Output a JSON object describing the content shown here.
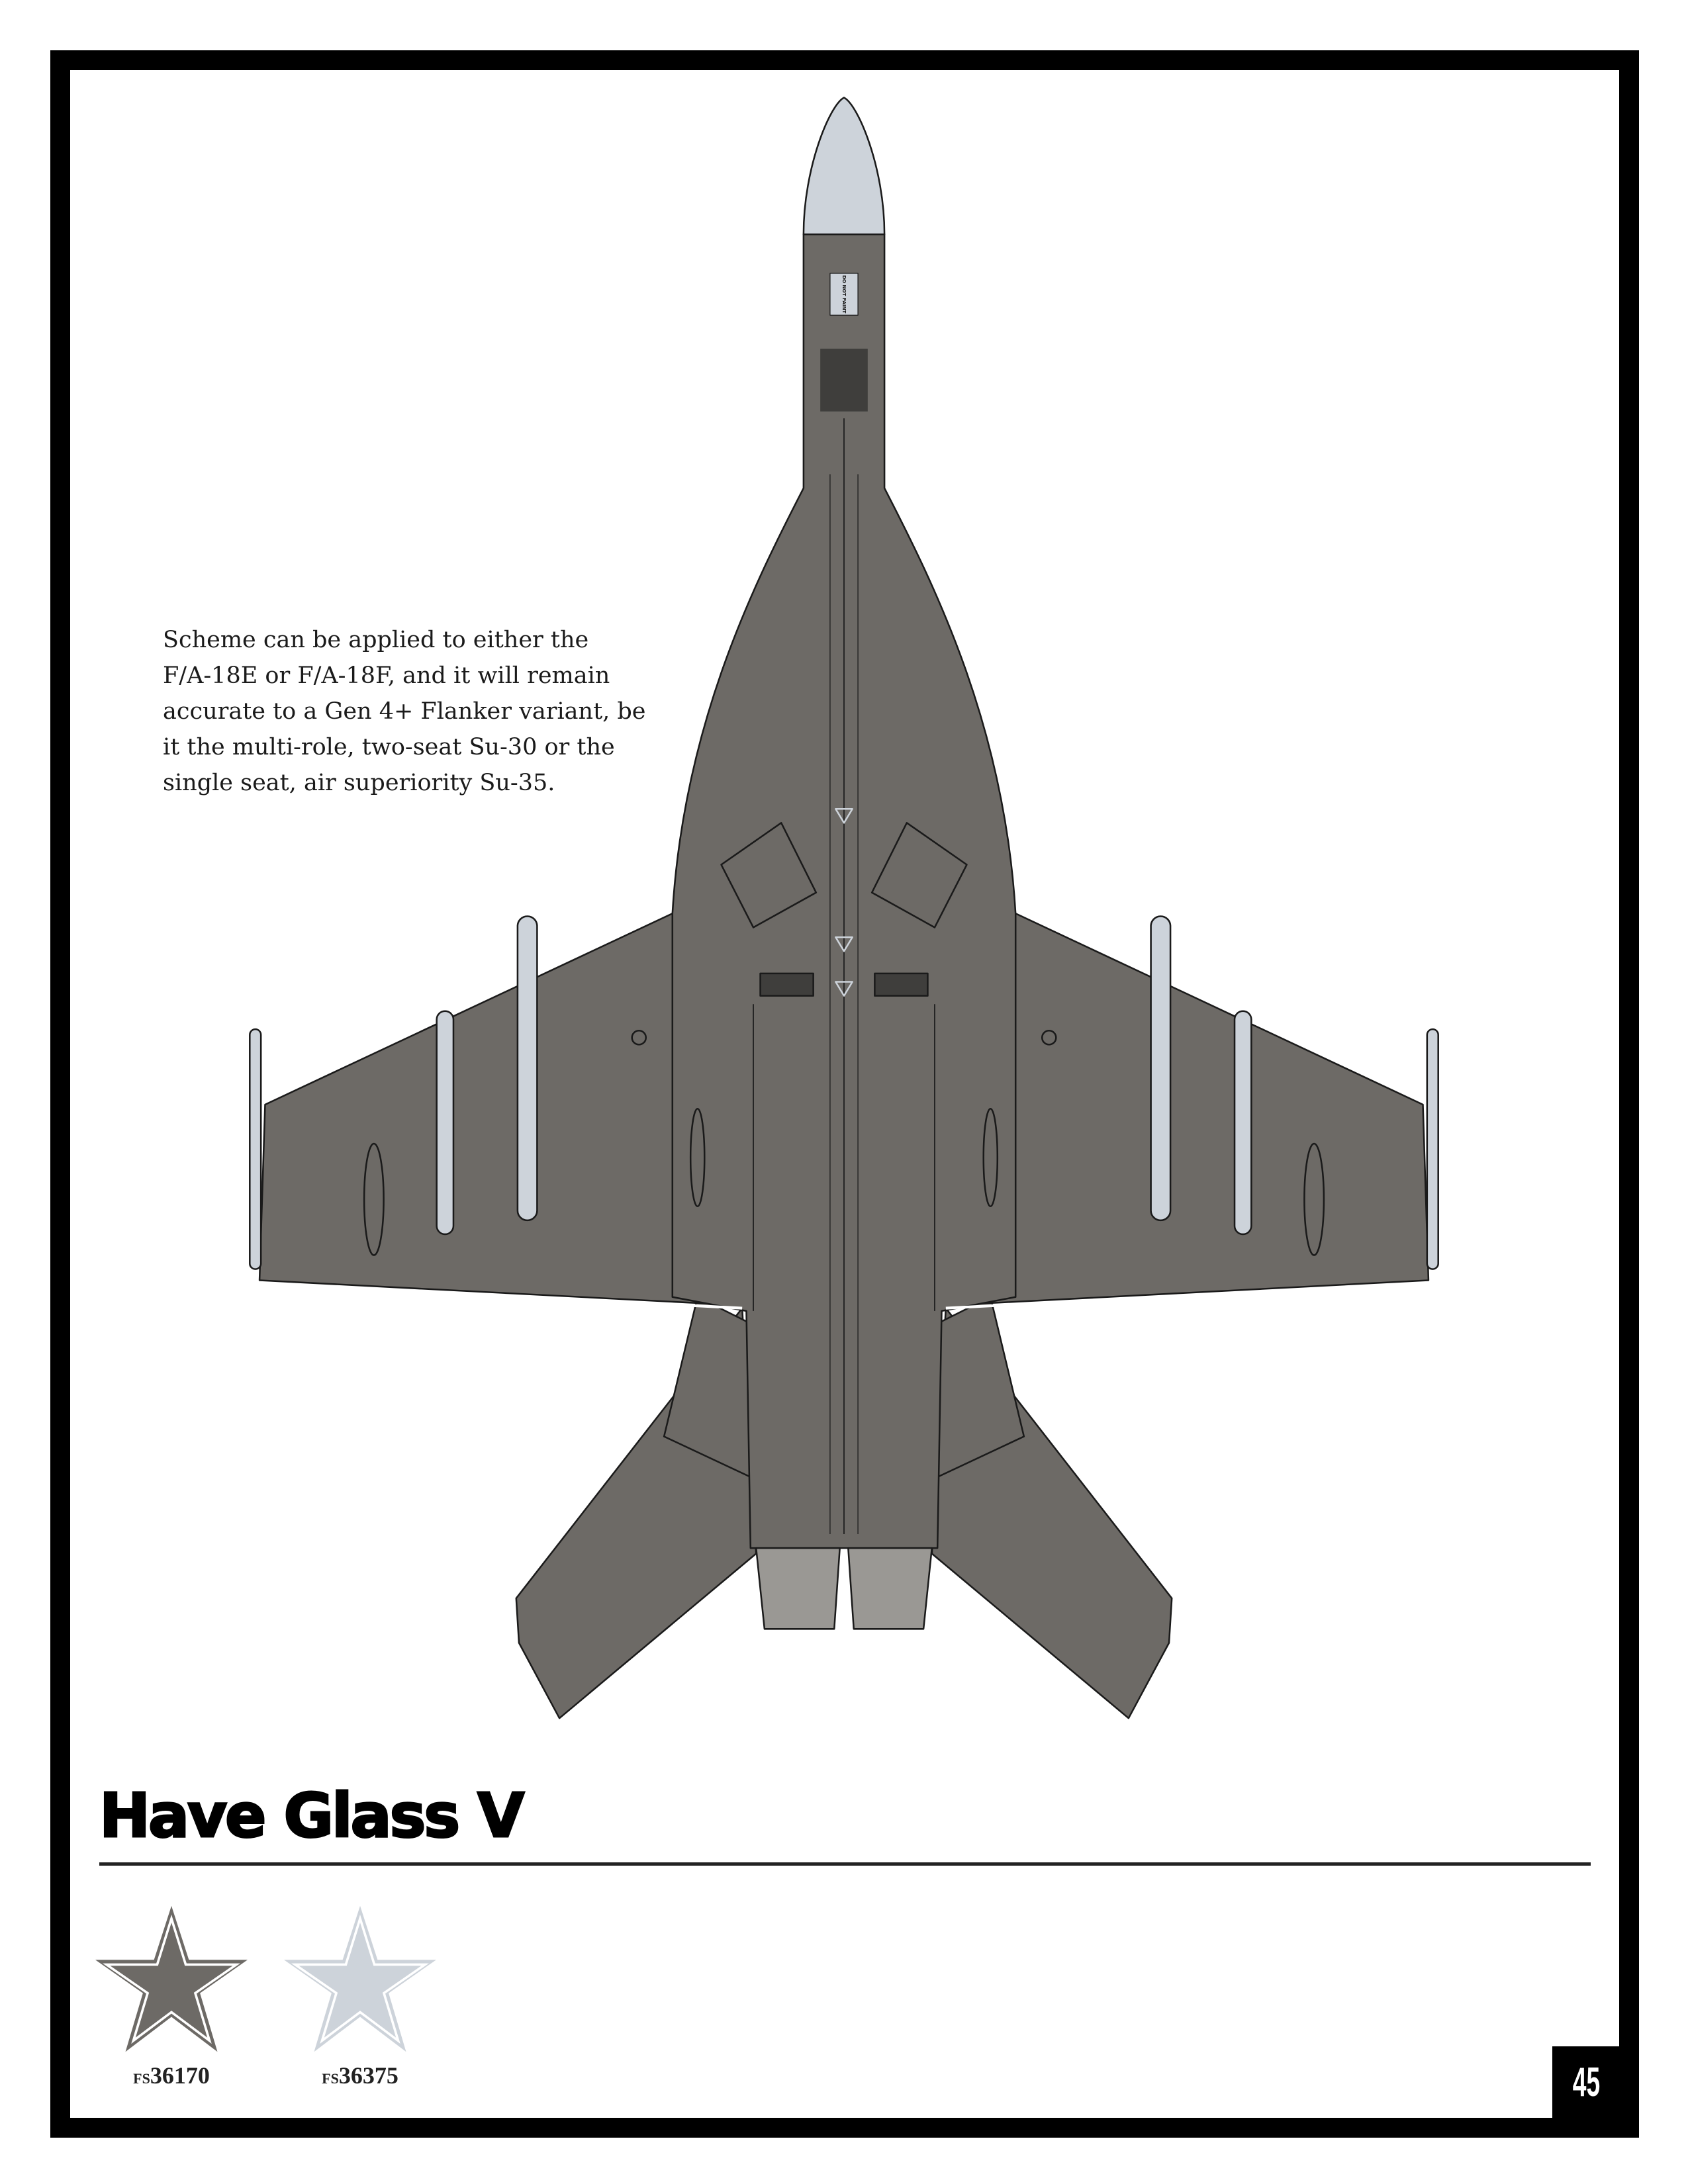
{
  "description": {
    "lines": [
      "Scheme can be applied to either the",
      "F/A-18E or F/A-18F, and it will remain",
      "accurate to a Gen 4+ Flanker variant, be",
      "it the multi-role, two-seat Su-30 or the",
      "single seat, air superiority Su-35."
    ]
  },
  "aircraft": {
    "stencil": "DO NOT PAINT",
    "colors": {
      "camo": "#6d6a66",
      "radome": "#cdd3da",
      "outline": "#1a1a1a",
      "panel": "#3f3e3c"
    }
  },
  "scheme_title": "Have Glass V",
  "swatches": [
    {
      "prefix": "FS",
      "code": "36170",
      "color": "#6d6a66"
    },
    {
      "prefix": "FS",
      "code": "36375",
      "color": "#cdd3da"
    }
  ],
  "page_number": "45"
}
